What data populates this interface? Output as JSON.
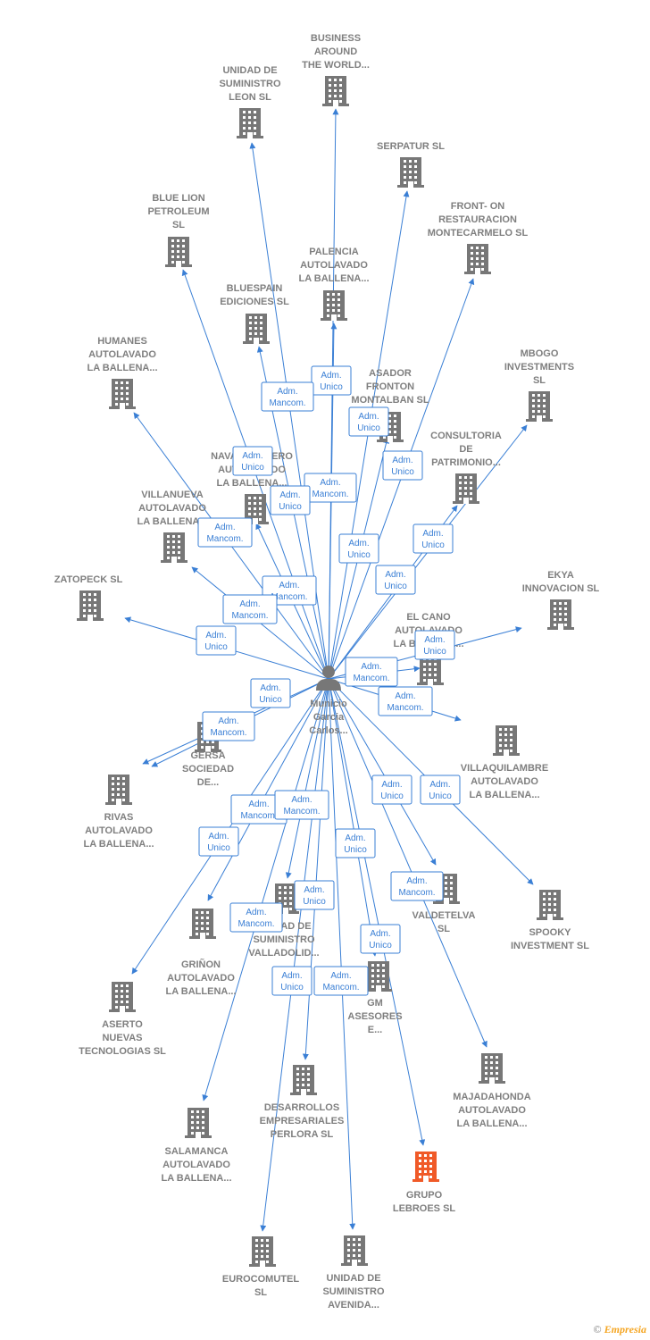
{
  "center": {
    "name_lines": [
      "Municio",
      "Garcia",
      "Carlos..."
    ]
  },
  "colors": {
    "edge": "#3a7fd5",
    "building": "#777777",
    "highlight": "#f05a28",
    "label": "#7f7f7f"
  },
  "companies": [
    {
      "id": "business",
      "lines": [
        "BUSINESS",
        "AROUND",
        "THE WORLD..."
      ]
    },
    {
      "id": "unidad-leon",
      "lines": [
        "UNIDAD DE",
        "SUMINISTRO",
        "LEON  SL"
      ]
    },
    {
      "id": "serpatur",
      "lines": [
        "SERPATUR SL"
      ]
    },
    {
      "id": "blue-lion",
      "lines": [
        "BLUE LION",
        "PETROLEUM",
        "SL"
      ]
    },
    {
      "id": "front-on",
      "lines": [
        "FRONT- ON",
        "RESTAURACION",
        "MONTECARMELO SL"
      ]
    },
    {
      "id": "palencia",
      "lines": [
        "PALENCIA",
        "AUTOLAVADO",
        "LA BALLENA..."
      ]
    },
    {
      "id": "bluespain",
      "lines": [
        "BLUESPAIN",
        "EDICIONES SL"
      ]
    },
    {
      "id": "humanes",
      "lines": [
        "HUMANES",
        "AUTOLAVADO",
        "LA BALLENA..."
      ]
    },
    {
      "id": "mbogo",
      "lines": [
        "MBOGO",
        "INVESTMENTS",
        "SL"
      ]
    },
    {
      "id": "asador",
      "lines": [
        "ASADOR",
        "FRONTON",
        "MONTALBAN SL"
      ]
    },
    {
      "id": "consultoria",
      "lines": [
        "CONSULTORIA",
        "DE",
        "PATRIMONIO..."
      ]
    },
    {
      "id": "navalcarnero",
      "lines": [
        "NAVALCARNERO",
        "AUTOLAVADO",
        "LA BALLENA..."
      ]
    },
    {
      "id": "villanueva",
      "lines": [
        "VILLANUEVA",
        "AUTOLAVADO",
        "LA BALLENA..."
      ]
    },
    {
      "id": "zatopeck",
      "lines": [
        "ZATOPECK  SL"
      ]
    },
    {
      "id": "ekya",
      "lines": [
        "EKYA",
        "INNOVACION SL"
      ]
    },
    {
      "id": "el-cano",
      "lines": [
        "EL CANO",
        "AUTOLAVADO",
        "LA BALLENA..."
      ]
    },
    {
      "id": "gersa",
      "lines": [
        "GERSA",
        "SOCIEDAD",
        "DE..."
      ]
    },
    {
      "id": "villaquilambre",
      "lines": [
        "VILLAQUILAMBRE",
        "AUTOLAVADO",
        "LA BALLENA..."
      ]
    },
    {
      "id": "rivas",
      "lines": [
        "RIVAS",
        "AUTOLAVADO",
        "LA BALLENA..."
      ]
    },
    {
      "id": "valdetelva",
      "lines": [
        "VALDETELVA",
        "SL"
      ]
    },
    {
      "id": "spooky",
      "lines": [
        "SPOOKY",
        "INVESTMENT SL"
      ]
    },
    {
      "id": "unidad-valladolid",
      "lines": [
        "UNIDAD DE",
        "SUMINISTRO",
        "VALLADOLID..."
      ]
    },
    {
      "id": "grinon",
      "lines": [
        "GRIÑON",
        "AUTOLAVADO",
        "LA BALLENA..."
      ]
    },
    {
      "id": "aserto",
      "lines": [
        "ASERTO",
        "NUEVAS",
        "TECNOLOGIAS SL"
      ]
    },
    {
      "id": "gm-asesores",
      "lines": [
        "GM",
        "ASESORES",
        "E..."
      ]
    },
    {
      "id": "majadahonda",
      "lines": [
        "MAJADAHONDA",
        "AUTOLAVADO",
        "LA BALLENA..."
      ]
    },
    {
      "id": "desarrollos",
      "lines": [
        "DESARROLLOS",
        "EMPRESARIALES",
        "PERLORA SL"
      ]
    },
    {
      "id": "salamanca",
      "lines": [
        "SALAMANCA",
        "AUTOLAVADO",
        "LA BALLENA..."
      ]
    },
    {
      "id": "grupo-lebroes",
      "lines": [
        "GRUPO",
        "LEBROES  SL"
      ],
      "highlight": true
    },
    {
      "id": "eurocomutel",
      "lines": [
        "EUROCOMUTEL",
        "SL"
      ]
    },
    {
      "id": "unidad-avenida",
      "lines": [
        "UNIDAD DE",
        "SUMINISTRO",
        "AVENIDA..."
      ]
    }
  ],
  "badges": [
    {
      "lines": [
        "Adm.",
        "Unico"
      ]
    },
    {
      "lines": [
        "Adm.",
        "Mancom."
      ]
    },
    {
      "lines": [
        "Adm.",
        "Unico"
      ]
    },
    {
      "lines": [
        "Adm.",
        "Unico"
      ]
    },
    {
      "lines": [
        "Adm.",
        "Unico"
      ]
    },
    {
      "lines": [
        "Adm.",
        "Mancom."
      ]
    },
    {
      "lines": [
        "Adm.",
        "Unico"
      ]
    },
    {
      "lines": [
        "Adm.",
        "Mancom."
      ]
    },
    {
      "lines": [
        "Adm.",
        "Unico"
      ]
    },
    {
      "lines": [
        "Adm.",
        "Unico"
      ]
    },
    {
      "lines": [
        "Adm.",
        "Unico"
      ]
    },
    {
      "lines": [
        "Adm.",
        "Mancom."
      ]
    },
    {
      "lines": [
        "Adm.",
        "Mancom."
      ]
    },
    {
      "lines": [
        "Adm.",
        "Unico"
      ]
    },
    {
      "lines": [
        "Adm.",
        "Unico"
      ]
    },
    {
      "lines": [
        "Adm.",
        "Mancom."
      ]
    },
    {
      "lines": [
        "Adm.",
        "Mancom."
      ]
    },
    {
      "lines": [
        "Adm.",
        "Unico"
      ]
    },
    {
      "lines": [
        "Adm.",
        "Mancom."
      ]
    },
    {
      "lines": [
        "Adm.",
        "Unico"
      ]
    },
    {
      "lines": [
        "Adm.",
        "Unico"
      ]
    },
    {
      "lines": [
        "Adm.",
        "Mancom."
      ]
    },
    {
      "lines": [
        "Adm.",
        "Mancom."
      ]
    },
    {
      "lines": [
        "Adm.",
        "Unico"
      ]
    },
    {
      "lines": [
        "Adm.",
        "Unico"
      ]
    },
    {
      "lines": [
        "Adm.",
        "Mancom."
      ]
    },
    {
      "lines": [
        "Adm.",
        "Unico"
      ]
    },
    {
      "lines": [
        "Adm.",
        "Mancom."
      ]
    },
    {
      "lines": [
        "Adm.",
        "Unico"
      ]
    },
    {
      "lines": [
        "Adm.",
        "Mancom."
      ]
    },
    {
      "lines": [
        "Adm.",
        "Unico"
      ]
    }
  ],
  "footer": {
    "copyright": "©",
    "brand": "Empresia"
  }
}
